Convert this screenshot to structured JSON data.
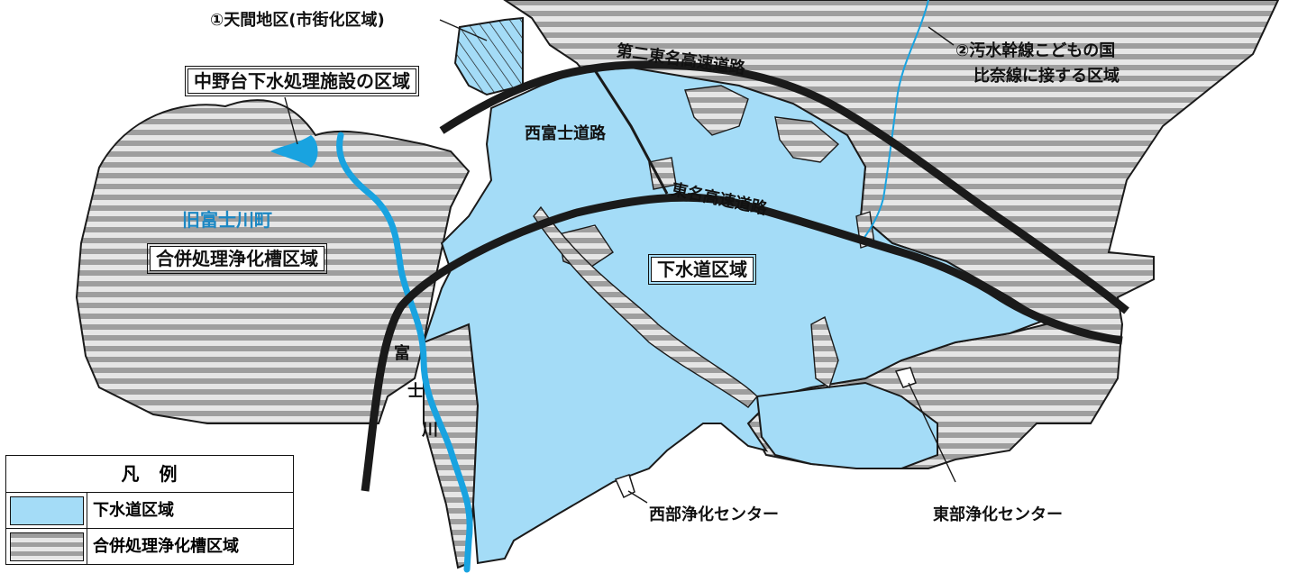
{
  "colors": {
    "sewer_area": "#a4dcf7",
    "septic_stripe_dark": "#9e9e9e",
    "septic_stripe_light": "#e6e6e6",
    "river": "#19a3e0",
    "highway": "#1a1a1a",
    "title_blue": "#1b87c3"
  },
  "labels": {
    "amama": "①天間地区(市街化区域)",
    "kodomo_line1": "②汚水幹線こどもの国",
    "kodomo_line2": "比奈線に接する区域",
    "nakanodai": "中野台下水処理施設の区域",
    "old_town": "旧富士川町",
    "septic_area": "合併処理浄化槽区域",
    "sewer_area": "下水道区域",
    "nishi_fuji_road": "西富士道路",
    "tomei": "東名高速道路",
    "shin_tomei": "第二東名高速道路",
    "river_chars": [
      "富",
      "士",
      "川"
    ],
    "west_center": "西部浄化センター",
    "east_center": "東部浄化センター"
  },
  "legend": {
    "title": "凡　例",
    "items": [
      {
        "label": "下水道区域",
        "swatch": "sewer"
      },
      {
        "label": "合併処理浄化槽区域",
        "swatch": "septic"
      }
    ]
  }
}
